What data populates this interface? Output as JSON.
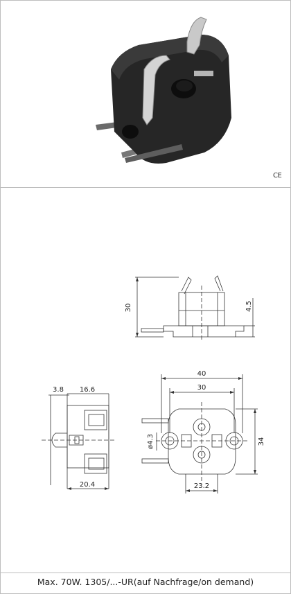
{
  "cert": {
    "mark": "CE"
  },
  "drawing": {
    "side_view": {
      "height": "30",
      "step": "4.5"
    },
    "rear_view": {
      "top_left": "3.8",
      "top_right": "16.6",
      "bottom": "20.4"
    },
    "front_view": {
      "outer_width": "40",
      "inner_width": "30",
      "height": "34",
      "hole": "ø4.3",
      "bottom": "23.2"
    }
  },
  "caption": {
    "text": "Max. 70W.  1305/...-UR(auf Nachfrage/on demand)"
  }
}
